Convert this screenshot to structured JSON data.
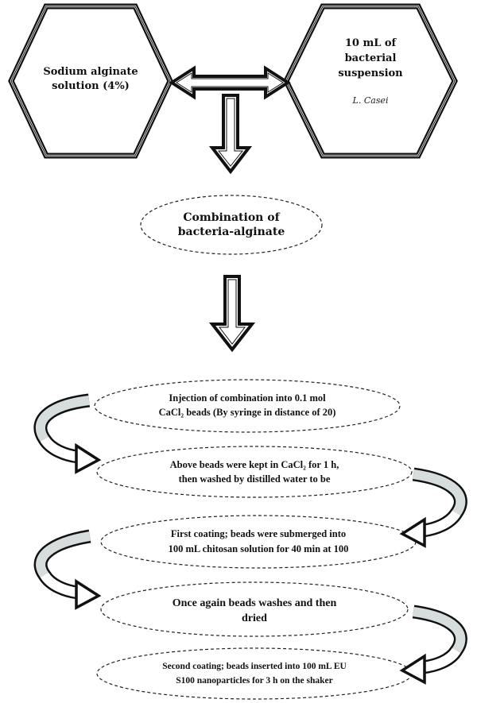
{
  "hexagons": {
    "left": {
      "lines": [
        "Sodium alginate",
        "solution (4%)"
      ]
    },
    "right": {
      "lines": [
        "10 mL of",
        "bacterial",
        "suspension"
      ],
      "organism": "L. Casei"
    }
  },
  "combination": {
    "lines": [
      "Combination of",
      "bacteria-alginate"
    ]
  },
  "steps": [
    {
      "lines": [
        "Injection of combination into 0.1 mol",
        "CaCl₂ beads (By syringe in distance of 20)"
      ]
    },
    {
      "lines": [
        "Above beads were kept in CaCl₂ for 1 h,",
        "then washed by distilled water to be"
      ]
    },
    {
      "lines": [
        "First coating; beads were submerged into",
        "100 mL chitosan solution for 40 min at 100"
      ]
    },
    {
      "lines": [
        "Once again beads washes and then",
        "dried"
      ]
    },
    {
      "lines": [
        "Second coating; beads inserted into 100 mL EU",
        "S100 nanoparticles for 3 h on the shaker"
      ]
    }
  ]
}
